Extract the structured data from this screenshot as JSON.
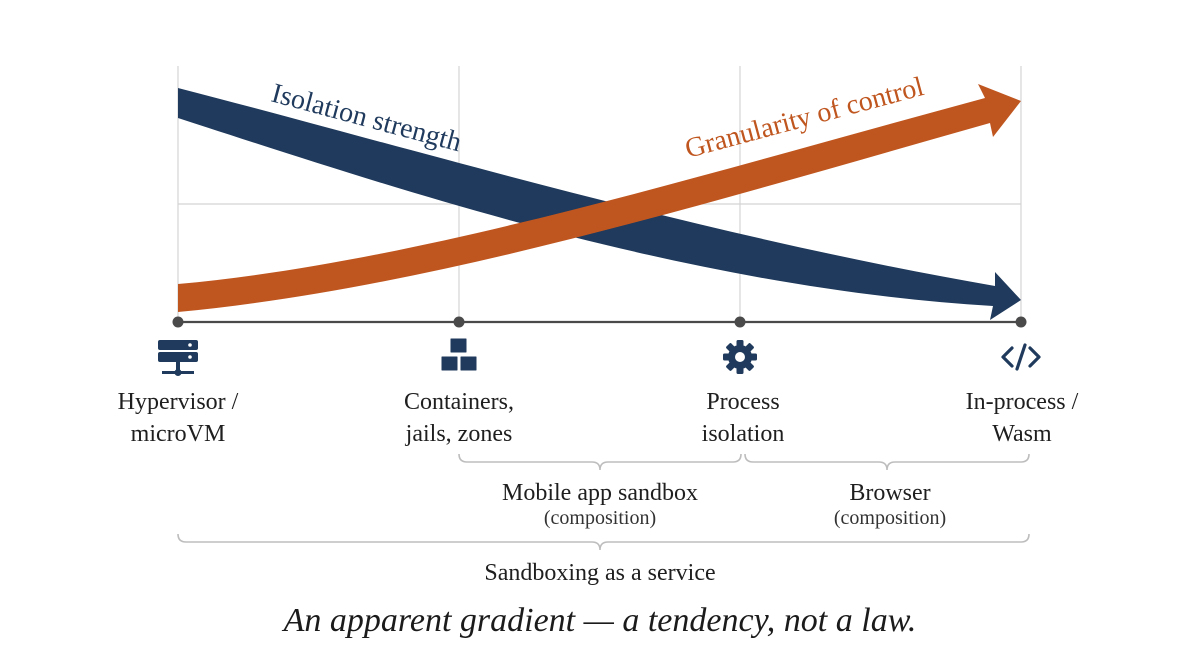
{
  "colors": {
    "isolation": "#1f3a5c",
    "granularity": "#c0561f",
    "axis": "#4a4a4a",
    "grid": "#d4d4d4",
    "icon": "#1f3a5c",
    "brace": "#bdbdbd"
  },
  "arrows": {
    "isolation_label": "Isolation strength",
    "granularity_label": "Granularity of control"
  },
  "stages": [
    {
      "icon": "server-icon",
      "line1": "Hypervisor /",
      "line2": "microVM"
    },
    {
      "icon": "cubes-icon",
      "line1": "Containers,",
      "line2": "jails, zones"
    },
    {
      "icon": "gear-icon",
      "line1": "Process",
      "line2": "isolation"
    },
    {
      "icon": "code-icon",
      "line1": "In-process /",
      "line2": "Wasm"
    }
  ],
  "braces": {
    "mobile": {
      "label": "Mobile app sandbox",
      "sub": "(composition)"
    },
    "browser": {
      "label": "Browser",
      "sub": "(composition)"
    },
    "service": {
      "label": "Sandboxing as a service"
    }
  },
  "caption": "An apparent gradient — a tendency, not a law."
}
